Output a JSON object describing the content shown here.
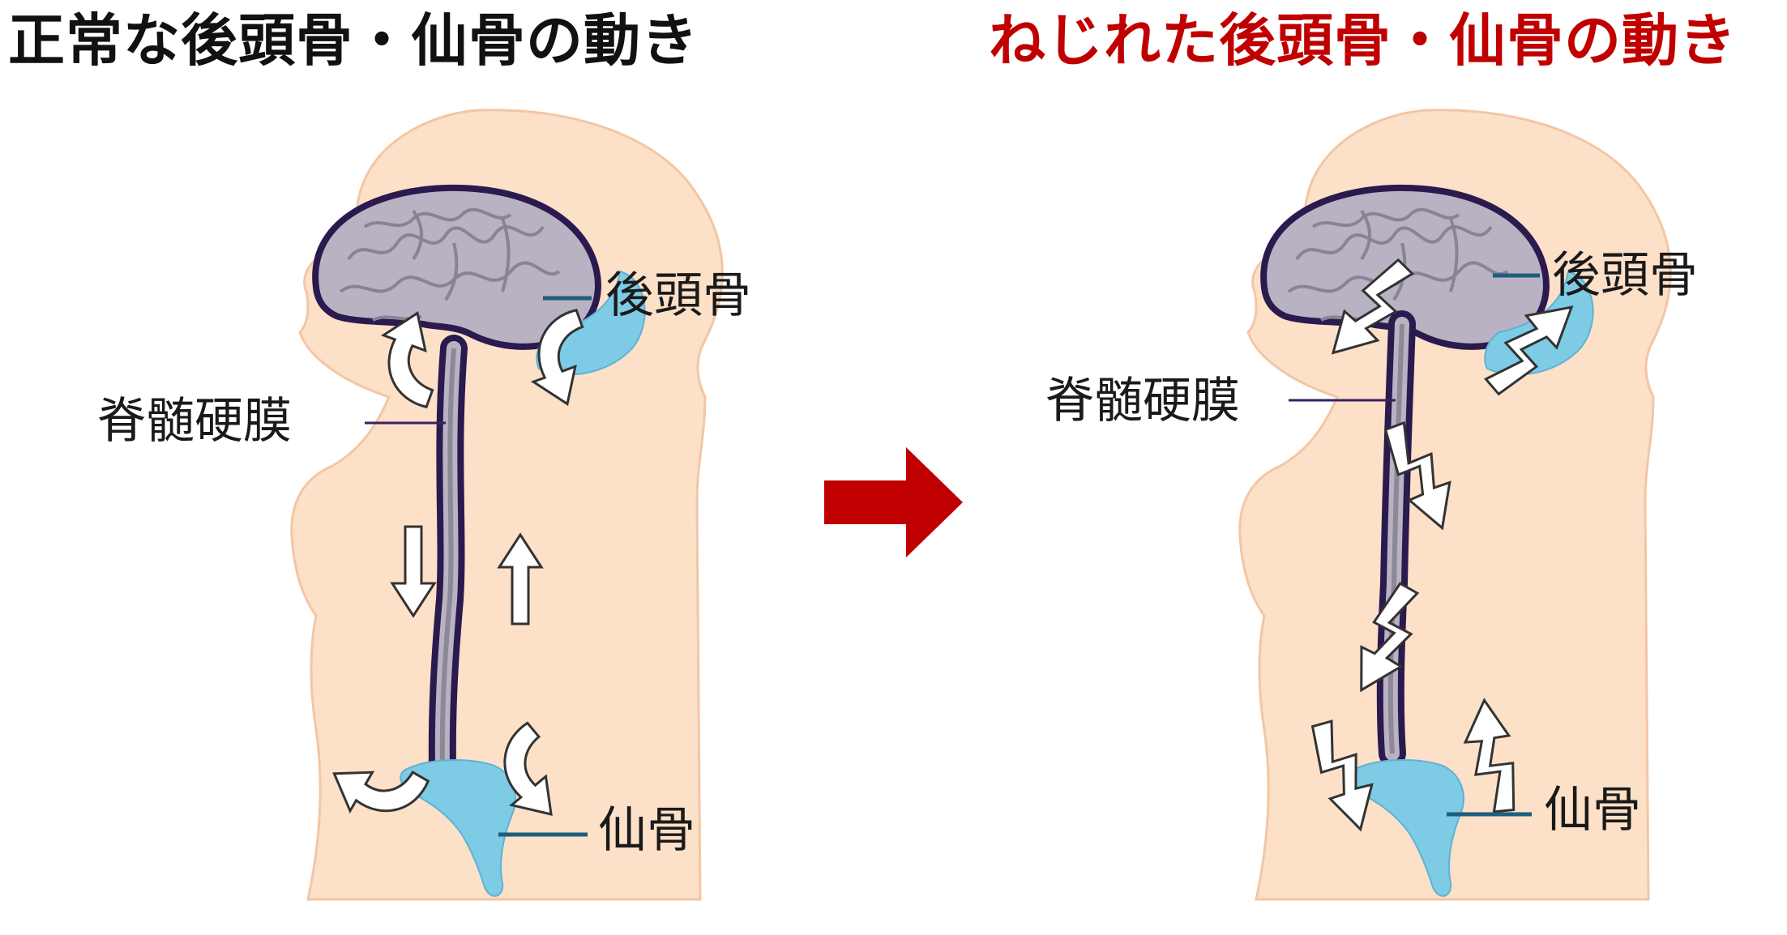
{
  "colors": {
    "title_left": "#111111",
    "title_right": "#c00000",
    "body_skin": "#fce0c8",
    "body_outline": "#f3c6a5",
    "brain_fill": "#b9b2c3",
    "outline_dark": "#2a1a4e",
    "bone_blue": "#7ecbe6",
    "leader_blue": "#1d5e7e",
    "leader_purple": "#3a2060",
    "transition_arrow": "#c00000"
  },
  "left_panel": {
    "title": "正常な後頭骨・仙骨の動き",
    "labels": {
      "occipital": "後頭骨",
      "dura": "脊髄硬膜",
      "sacrum": "仙骨"
    },
    "motion_arrows": [
      "curved-arrow",
      "curved-arrow",
      "down-arrow",
      "up-arrow",
      "curved-arrow",
      "curved-arrow"
    ]
  },
  "right_panel": {
    "title": "ねじれた後頭骨・仙骨の動き",
    "labels": {
      "occipital": "後頭骨",
      "dura": "脊髄硬膜",
      "sacrum": "仙骨"
    },
    "motion_arrows": [
      "zigzag-arrow",
      "zigzag-arrow",
      "zigzag-arrow",
      "zigzag-arrow",
      "zigzag-arrow",
      "zigzag-arrow"
    ]
  },
  "transition": {
    "icon": "right-arrow-icon"
  }
}
